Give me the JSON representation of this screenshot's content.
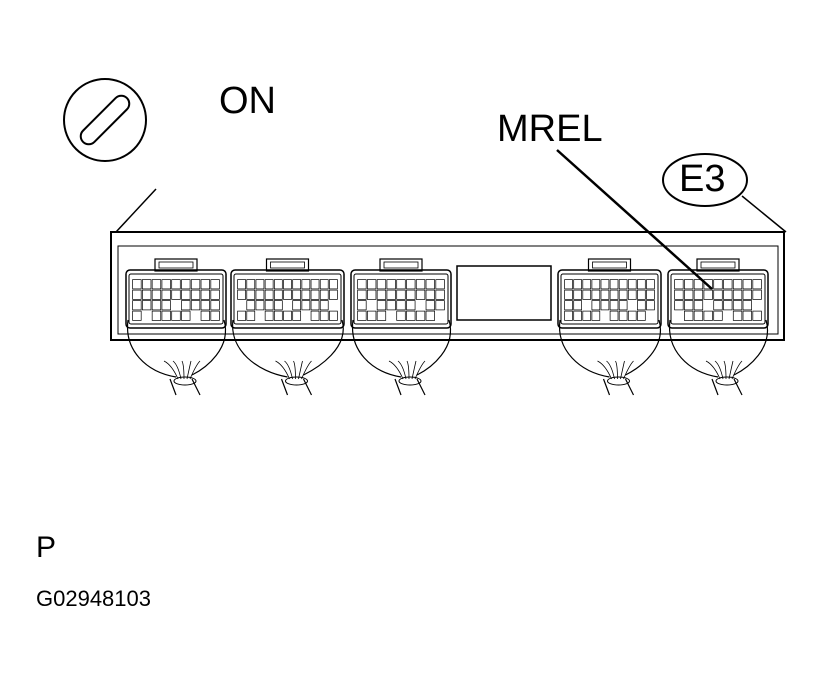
{
  "diagram": {
    "ignition_state": "ON",
    "terminal_label": "MREL",
    "connector_label": "E3",
    "side_label": "P",
    "figure_code": "G02948103"
  },
  "ink_color": "#000000",
  "background_color": "#ffffff"
}
